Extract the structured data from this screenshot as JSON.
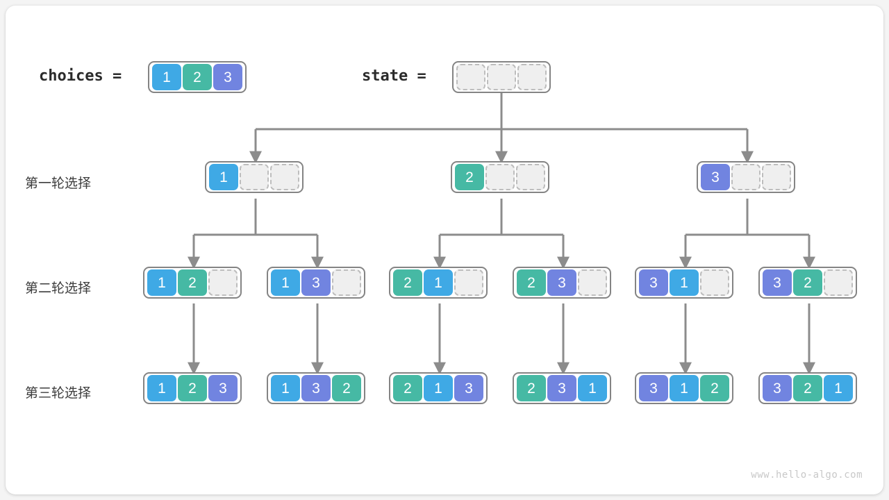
{
  "diagram": {
    "watermark": "www.hello-algo.com",
    "colors": {
      "value1": "#3fa9e5",
      "value2": "#46b9a4",
      "value3": "#7184e0",
      "empty_fill": "#efefef",
      "empty_border": "#bdbdbd",
      "node_border": "#848484",
      "connector": "#8c8c8c",
      "text": "#3c3c3c",
      "card": "#ffffff",
      "background": "#f4f4f4"
    },
    "header": {
      "choices_label": "choices =",
      "choices": [
        "1",
        "2",
        "3"
      ],
      "state_label": "state =",
      "state": [
        "",
        "",
        ""
      ]
    },
    "row_labels": [
      "第一轮选择",
      "第二轮选择",
      "第三轮选择"
    ],
    "rows": [
      {
        "label": "第一轮选择",
        "nodes": [
          {
            "cells": [
              "1",
              "",
              ""
            ]
          },
          {
            "cells": [
              "2",
              "",
              ""
            ]
          },
          {
            "cells": [
              "3",
              "",
              ""
            ]
          }
        ]
      },
      {
        "label": "第二轮选择",
        "nodes": [
          {
            "cells": [
              "1",
              "2",
              ""
            ]
          },
          {
            "cells": [
              "1",
              "3",
              ""
            ]
          },
          {
            "cells": [
              "2",
              "1",
              ""
            ]
          },
          {
            "cells": [
              "2",
              "3",
              ""
            ]
          },
          {
            "cells": [
              "3",
              "1",
              ""
            ]
          },
          {
            "cells": [
              "3",
              "2",
              ""
            ]
          }
        ]
      },
      {
        "label": "第三轮选择",
        "nodes": [
          {
            "cells": [
              "1",
              "2",
              "3"
            ]
          },
          {
            "cells": [
              "1",
              "3",
              "2"
            ]
          },
          {
            "cells": [
              "2",
              "1",
              "3"
            ]
          },
          {
            "cells": [
              "2",
              "3",
              "1"
            ]
          },
          {
            "cells": [
              "3",
              "1",
              "2"
            ]
          },
          {
            "cells": [
              "3",
              "2",
              "1"
            ]
          }
        ]
      }
    ]
  }
}
